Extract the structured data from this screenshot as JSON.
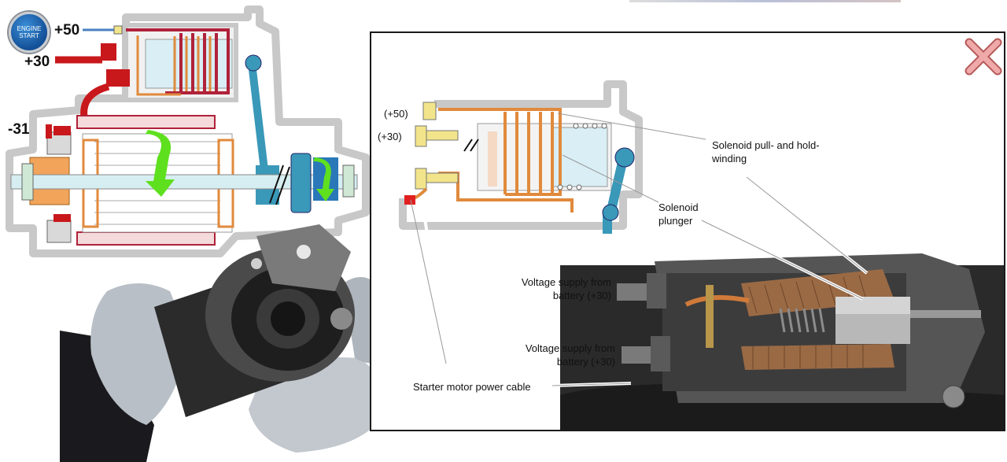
{
  "overview": {
    "start_button": {
      "line1": "ENGINE",
      "line2": "START"
    },
    "terminals": {
      "t50": "+50",
      "t30": "+30",
      "t31": "-31"
    }
  },
  "popup": {
    "terminals": {
      "t50": "(+50)",
      "t30": "(+30)"
    },
    "labels": {
      "pull_hold_winding": {
        "line1": "Solenoid pull- and hold-",
        "line2": "winding"
      },
      "plunger": {
        "line1": "Solenoid",
        "line2": "plunger"
      },
      "voltage_supply_1": {
        "line1": "Voltage supply from",
        "line2": "battery (+30)"
      },
      "voltage_supply_2": {
        "line1": "Voltage supply from",
        "line2": "battery (+30)"
      },
      "power_cable": "Starter motor power cable"
    }
  },
  "colors": {
    "housing_gray": "#c8c8c8",
    "winding_red": "#b0223a",
    "winding_orange": "#e08a3c",
    "plunger_blue": "#cfe8f0",
    "lever_teal": "#3a98b8",
    "arrow_green": "#5fe01e",
    "terminal_yellow": "#f2e48a",
    "close_red": "#e08a8a"
  }
}
